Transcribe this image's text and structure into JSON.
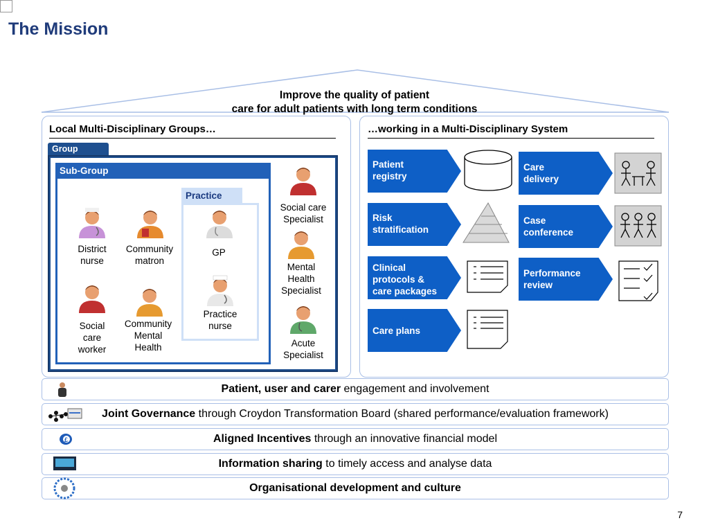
{
  "page": {
    "title": "The Mission",
    "page_number": "7",
    "roof_line1": "Improve the quality of patient",
    "roof_line2": "care for adult patients with long term conditions"
  },
  "left_panel": {
    "heading": "Local Multi-Disciplinary Groups…",
    "group_label": "Group",
    "subgroup_label": "Sub-Group",
    "practice_label": "Practice",
    "roles": {
      "district_nurse": [
        "District",
        "nurse"
      ],
      "community_matron": [
        "Community",
        "matron"
      ],
      "gp": [
        "GP"
      ],
      "practice_nurse": [
        "Practice",
        "nurse"
      ],
      "social_care_worker": [
        "Social",
        "care",
        "worker"
      ],
      "community_mental_health": [
        "Community",
        "Mental",
        "Health"
      ],
      "social_care_specialist": [
        "Social care",
        "Specialist"
      ],
      "mental_health_specialist": [
        "Mental",
        "Health",
        "Specialist"
      ],
      "acute_specialist": [
        "Acute",
        "Specialist"
      ]
    }
  },
  "right_panel": {
    "heading": "…working in a Multi-Disciplinary System",
    "items": {
      "patient_registry": [
        "Patient",
        "registry"
      ],
      "risk_stratification": [
        "Risk",
        "stratification"
      ],
      "clinical_protocols": [
        "Clinical",
        "protocols &",
        "care packages"
      ],
      "care_plans": [
        "Care plans"
      ],
      "care_delivery": [
        "Care",
        "delivery"
      ],
      "case_conference": [
        "Case",
        "conference"
      ],
      "performance_review": [
        "Performance",
        "review"
      ]
    }
  },
  "bars": [
    {
      "bold": "Patient, user and carer",
      "rest": " engagement and involvement"
    },
    {
      "bold": "Joint Governance",
      "rest": " through Croydon Transformation Board (shared performance/evaluation framework)"
    },
    {
      "bold": "Aligned Incentives",
      "rest": " through an innovative financial model"
    },
    {
      "bold": "Information sharing",
      "rest": " to timely access and analyse data"
    },
    {
      "bold": "Organisational development and culture",
      "rest": ""
    }
  ],
  "colors": {
    "title": "#1f3b7a",
    "arrow_blue": "#0e5fc6",
    "group_navy": "#1e4f8f",
    "panel_border": "#a9bfe6"
  }
}
